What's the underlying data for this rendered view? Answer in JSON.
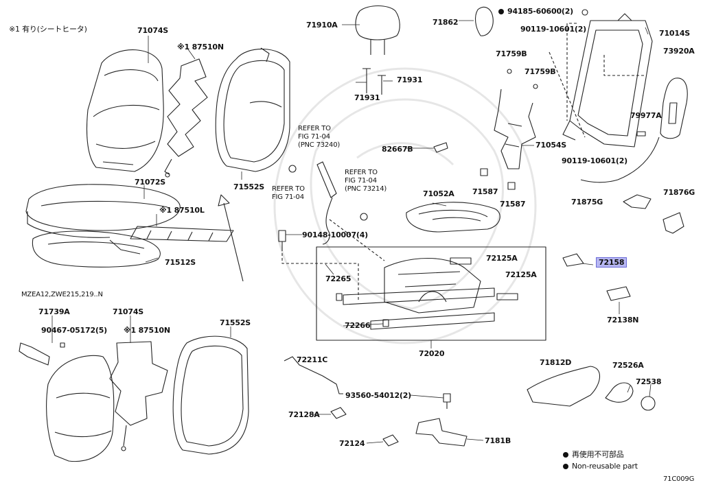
{
  "header": {
    "note": "※1 有り(シートヒータ)"
  },
  "variant_note": "MZEA12,ZWE215,219..N",
  "diagram_code": "71C009G",
  "legend": {
    "jp": "再使用不可部品",
    "en": "Non-reusable part"
  },
  "refer_notes": {
    "r1": "REFER TO\nFIG 71-04\n(PNC 73240)",
    "r2": "REFER TO\nFIG 71-04",
    "r3": "REFER TO\nFIG 71-04\n(PNC 73214)"
  },
  "parts": {
    "p71074S_top": "71074S",
    "p87510N_top": "※1 87510N",
    "p71072S": "71072S",
    "p71552S_top": "71552S",
    "p87510L": "※1 87510L",
    "p71512S": "71512S",
    "p71910A": "71910A",
    "p71931a": "71931",
    "p71931b": "71931",
    "p71862": "71862",
    "p94185": "94185-60600(2)",
    "p90119a": "90119-10601(2)",
    "p71014S": "71014S",
    "p73920A": "73920A",
    "p71759Ba": "71759B",
    "p71759Bb": "71759B",
    "p79977A": "79977A",
    "p82667B": "82667B",
    "p71054S": "71054S",
    "p90119b": "90119-10601(2)",
    "p71052A": "71052A",
    "p71587a": "71587",
    "p71587b": "71587",
    "p71875G": "71875G",
    "p71876G": "71876G",
    "p90148": "90148-10007(4)",
    "p72125Aa": "72125A",
    "p72125Ab": "72125A",
    "p72158": "72158",
    "p72265": "72265",
    "p72266": "72266",
    "p72020": "72020",
    "p72138N": "72138N",
    "p71739A": "71739A",
    "p90467": "90467-05172(5)",
    "p71074S_bot": "71074S",
    "p87510N_bot": "※1 87510N",
    "p71552S_bot": "71552S",
    "p72211C": "72211C",
    "p93560": "93560-54012(2)",
    "p72128A": "72128A",
    "p72124": "72124",
    "p7181B": "7181B",
    "p71812D": "71812D",
    "p72526A": "72526A",
    "p72538": "72538"
  },
  "colors": {
    "highlight": "#b7b7f2",
    "line": "#222222",
    "watermark": "#eeeeee"
  }
}
